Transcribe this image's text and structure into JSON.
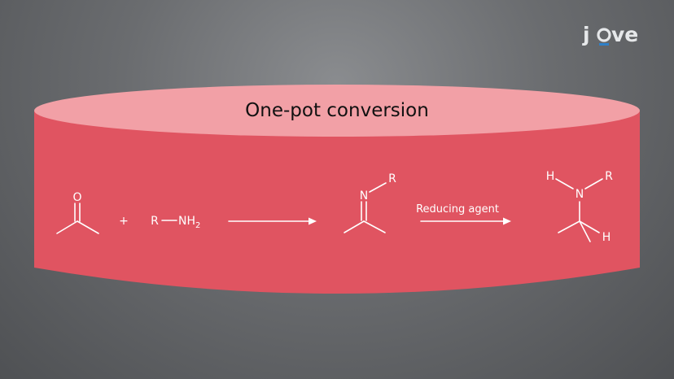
{
  "logo": {
    "left": "j",
    "right": "ve",
    "accent": "#2f80c8"
  },
  "colors": {
    "cylinder_body": "#e05461",
    "cylinder_top": "#f2a0a6",
    "molecule": "#ffffff"
  },
  "title": "One-pot conversion",
  "reaction": {
    "ketone": {
      "atom_o": "O"
    },
    "plus": "+",
    "amine": {
      "r": "R",
      "n": "NH",
      "sub": "2"
    },
    "imine": {
      "n": "N",
      "r": "R"
    },
    "arrow2_label": "Reducing agent",
    "product": {
      "h1": "H",
      "n": "N",
      "r": "R",
      "h2": "H"
    }
  }
}
